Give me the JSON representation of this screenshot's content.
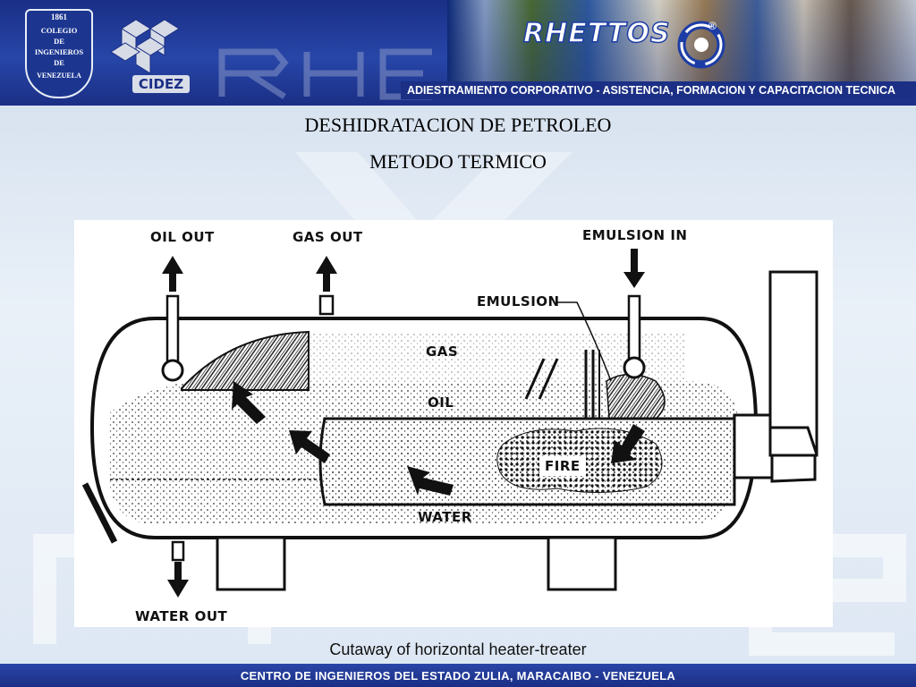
{
  "header": {
    "seal": {
      "year": "1861",
      "lines": [
        "COLEGIO",
        "DE",
        "INGENIEROS",
        "DE"
      ],
      "arc": "VENEZUELA"
    },
    "cidez_label": "CIDEZ",
    "brand": "RHETTOS",
    "registered": "®",
    "tagline": "ADIESTRAMIENTO CORPORATIVO - ASISTENCIA, FORMACION  Y CAPACITACION TECNICA"
  },
  "slide": {
    "title": "DESHIDRATACION DE PETROLEO",
    "subtitle": "METODO TERMICO",
    "caption": "Cutaway of horizontal heater-treater"
  },
  "diagram": {
    "labels": {
      "oil_out": "OIL OUT",
      "gas_out": "GAS OUT",
      "emulsion_in": "EMULSION IN",
      "emulsion": "EMULSION",
      "gas": "GAS",
      "oil": "OIL",
      "fire": "FIRE",
      "water": "WATER",
      "water_out": "WATER OUT"
    }
  },
  "footer": {
    "text": "CENTRO DE INGENIEROS DEL ESTADO ZULIA, MARACAIBO - VENEZUELA"
  },
  "colors": {
    "header": "#1b2f85",
    "background": "#dfe9f5",
    "footer": "#1b2f85"
  }
}
